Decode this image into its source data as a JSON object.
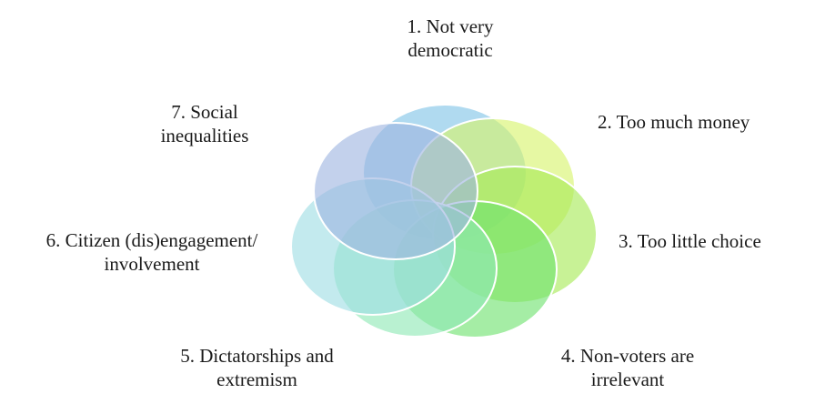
{
  "diagram": {
    "type": "venn-cluster",
    "labels": [
      {
        "id": "l1",
        "lines": [
          "1. Not very",
          "democratic"
        ]
      },
      {
        "id": "l2",
        "lines": [
          "2. Too much money"
        ]
      },
      {
        "id": "l3",
        "lines": [
          "3. Too little choice"
        ]
      },
      {
        "id": "l4",
        "lines": [
          "4. Non-voters are",
          "irrelevant"
        ]
      },
      {
        "id": "l5",
        "lines": [
          "5. Dictatorships and",
          "extremism"
        ]
      },
      {
        "id": "l6",
        "lines": [
          "6. Citizen (dis)engagement/",
          "involvement"
        ]
      },
      {
        "id": "l7",
        "lines": [
          "7. Social",
          "inequalities"
        ]
      }
    ],
    "circle_colors": [
      "#7FC3E6",
      "#D6F36B",
      "#A6EA55",
      "#6EE26E",
      "#8EE8B4",
      "#9EDDE3",
      "#9EB5E0"
    ]
  }
}
